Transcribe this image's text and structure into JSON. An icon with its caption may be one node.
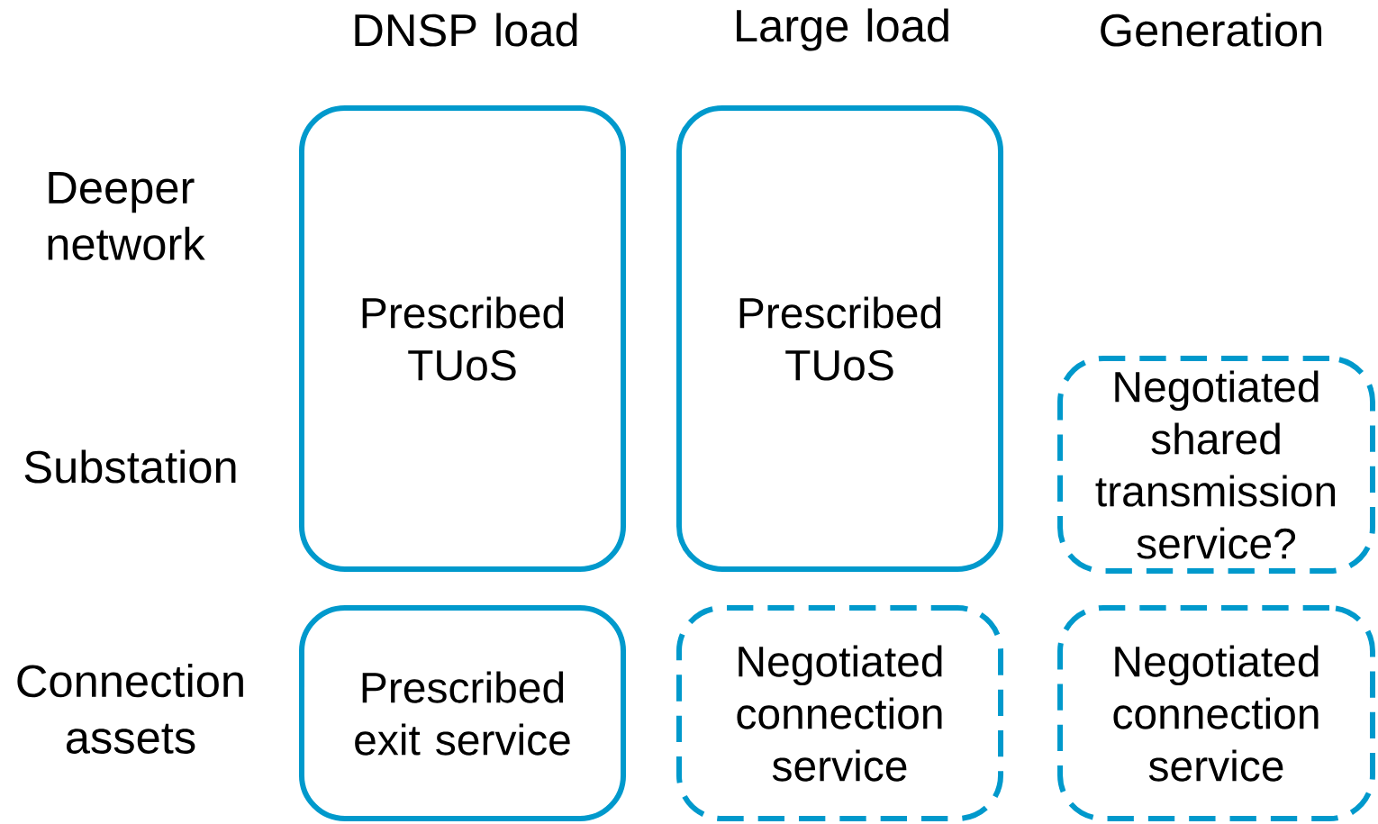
{
  "diagram": {
    "nodes": [
      {
        "text": [
          "Prescribed TUoS"
        ]
      },
      {
        "text": [
          "Prescribed TUoS"
        ]
      },
      {
        "text": [
          "Negotiated shared transmission service?"
        ]
      },
      {
        "text": [
          "Prescribed exit service"
        ]
      },
      {
        "text": [
          "Negotiated connection service"
        ]
      },
      {
        "text": [
          "Negotiated connection service"
        ]
      }
    ],
    "labels": [
      "DNSP load",
      "Large load",
      "Generation",
      "Deeper network",
      "Substation",
      "Connection assets"
    ]
  }
}
